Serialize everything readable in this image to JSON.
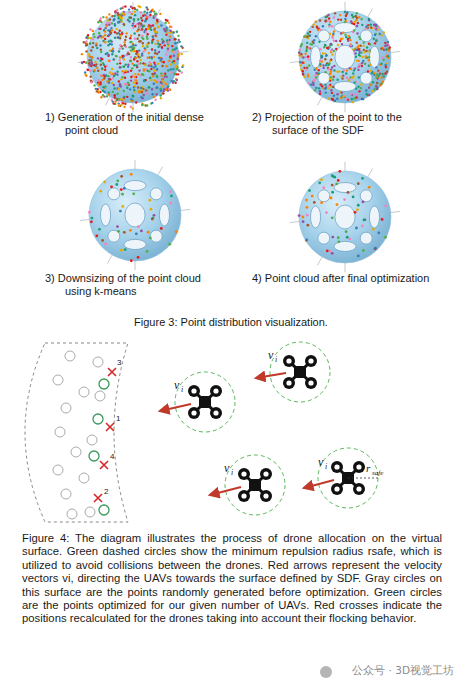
{
  "diagram": {
    "caption": "Figure 4: The diagram illustrates the process of drone allocation on the virtual surface. Green dashed circles show the minimum repulsion radius rsafe, which is utilized to avoid collisions between the drones. Red arrows represent the velocity vectors vi, directing the UAVs towards the surface defined by SDF. Gray circles on this surface are the points randomly generated before optimization. Green circles are the points optimized for our given number of UAVs. Red crosses indicate the positions recalculated for the drones taking into account their flocking behavior.",
    "labels": [
      "1) Generation of the initial dense point cloud",
      "2) Projection of the point to the surface of the SDF",
      "3) Downsizing of the point cloud using k-means",
      "4) Point cloud after final optimization",
      "Figure 3: Point distribution visualization.",
      "3",
      "1",
      "4",
      "2",
      "v",
      "i",
      "v",
      "i",
      "v",
      "i",
      "v",
      "i",
      "r",
      "safe",
      "公众号 · 3D视觉工坊"
    ]
  }
}
